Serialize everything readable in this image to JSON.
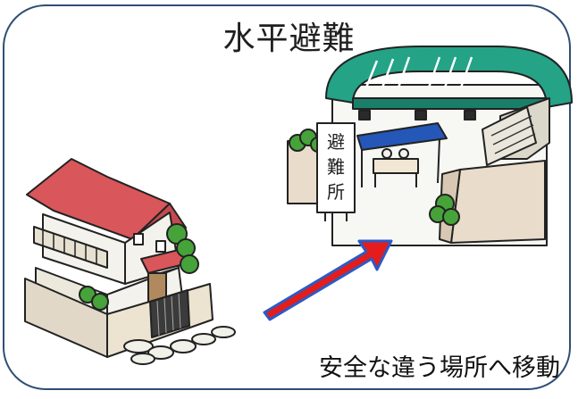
{
  "title": "水平避難",
  "caption": "安全な違う場所へ移動",
  "shelter_sign": [
    "避",
    "難",
    "所"
  ],
  "colors": {
    "frame": "#2f4f73",
    "arrow_fill": "#e41c1c",
    "arrow_outline": "#2b5bc4",
    "house_roof": "#d9565b",
    "house_wall": "#f3f2ec",
    "shelter_roof": "#24a386",
    "tent": "#2457b8",
    "plant": "#45a33a"
  }
}
